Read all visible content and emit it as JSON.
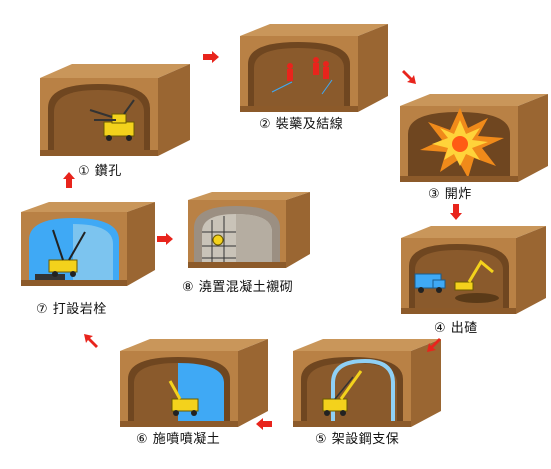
{
  "colors": {
    "rock_top": "#c9965a",
    "rock_face": "#b98145",
    "rock_dark": "#8c5a2a",
    "rock_inner": "#7a4e25",
    "arrow": "#e8241c",
    "water_blue": "#3fa9f5",
    "machine_yellow": "#f3d21c",
    "blast_orange": "#f08a1a",
    "blast_yellow": "#ffd33a"
  },
  "steps": [
    {
      "label": "① 鑽孔",
      "icon": "drill-jumbo-icon"
    },
    {
      "label": "② 裝藥及結線",
      "icon": "workers-charging-icon"
    },
    {
      "label": "③ 開炸",
      "icon": "explosion-icon"
    },
    {
      "label": "④ 出碴",
      "icon": "excavator-truck-icon"
    },
    {
      "label": "⑤ 架設鋼支保",
      "icon": "steel-arch-icon"
    },
    {
      "label": "⑥ 施噴噴凝土",
      "icon": "shotcrete-machine-icon"
    },
    {
      "label": "⑦ 打設岩栓",
      "icon": "rock-bolt-rig-icon"
    },
    {
      "label": "⑧ 澆置混凝土襯砌",
      "icon": "lining-formwork-icon"
    }
  ]
}
